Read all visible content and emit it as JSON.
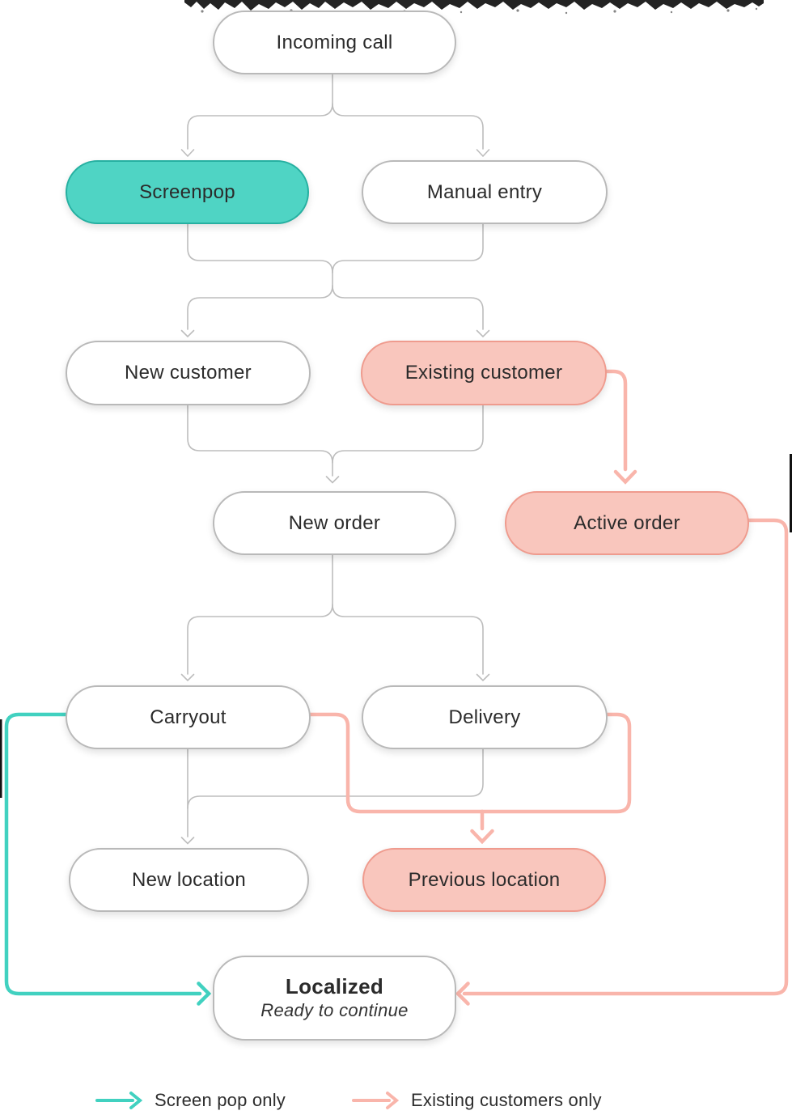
{
  "diagram": {
    "nodes": {
      "incoming_call": {
        "label": "Incoming call"
      },
      "screenpop": {
        "label": "Screenpop",
        "variant": "teal"
      },
      "manual_entry": {
        "label": "Manual entry"
      },
      "new_customer": {
        "label": "New customer"
      },
      "existing_customer": {
        "label": "Existing customer",
        "variant": "pink"
      },
      "new_order": {
        "label": "New order"
      },
      "active_order": {
        "label": "Active order",
        "variant": "pink"
      },
      "carryout": {
        "label": "Carryout"
      },
      "delivery": {
        "label": "Delivery"
      },
      "new_location": {
        "label": "New location"
      },
      "previous_location": {
        "label": "Previous location",
        "variant": "pink"
      },
      "localized": {
        "title": "Localized",
        "subtitle": "Ready to continue"
      }
    },
    "legend": {
      "screen_pop": {
        "label": "Screen pop only"
      },
      "existing_customers": {
        "label": "Existing customers only"
      }
    },
    "colors": {
      "teal_fill": "#4fd4c4",
      "teal_border": "#26b0a1",
      "teal_line": "#41d1c0",
      "pink_fill": "#f9c6bd",
      "pink_border": "#ef9b8e",
      "pink_line": "#f9b5ab",
      "gray_line": "#bdbdbd",
      "node_border": "#b9b9b9",
      "text": "#2b2b2b"
    }
  }
}
